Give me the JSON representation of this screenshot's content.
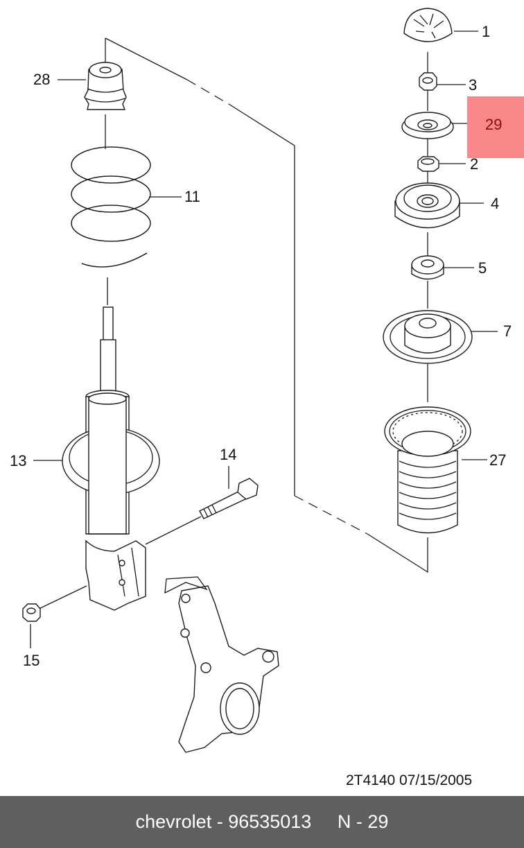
{
  "callouts": {
    "c1": "1",
    "c3": "3",
    "c29": "29",
    "c2": "2",
    "c4": "4",
    "c5": "5",
    "c7": "7",
    "c27": "27",
    "c28": "28",
    "c11": "11",
    "c13": "13",
    "c14": "14",
    "c15": "15"
  },
  "highlight": {
    "label": "29",
    "color": "#fb8888"
  },
  "doc_ref": "2T4140  07/15/2005",
  "footer": {
    "text": "chevrolet - 96535013     N - 29",
    "background": "#5f5f5f"
  },
  "parts": [
    {
      "id": "1",
      "icon": "dust-cap-icon"
    },
    {
      "id": "3",
      "icon": "nut-icon"
    },
    {
      "id": "29",
      "icon": "washer-icon"
    },
    {
      "id": "2",
      "icon": "nut-icon"
    },
    {
      "id": "4",
      "icon": "strut-mount-icon"
    },
    {
      "id": "5",
      "icon": "bearing-icon"
    },
    {
      "id": "7",
      "icon": "spring-seat-icon"
    },
    {
      "id": "27",
      "icon": "dust-boot-icon"
    },
    {
      "id": "28",
      "icon": "bump-stop-icon"
    },
    {
      "id": "11",
      "icon": "coil-spring-icon"
    },
    {
      "id": "13",
      "icon": "shock-absorber-icon"
    },
    {
      "id": "14",
      "icon": "bolt-icon"
    },
    {
      "id": "15",
      "icon": "nut-icon"
    }
  ]
}
